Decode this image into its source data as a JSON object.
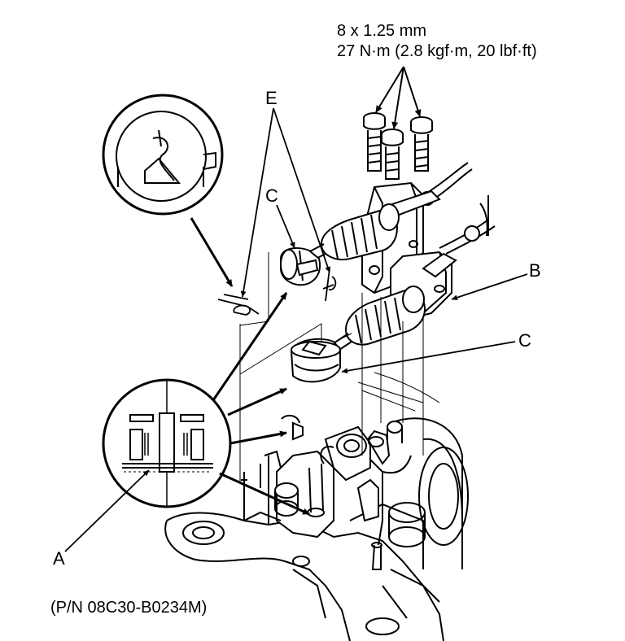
{
  "spec": {
    "bolt_size": "8 x 1.25 mm",
    "torque": "27 N·m (2.8 kgf·m, 20 lbf·ft)"
  },
  "callouts": {
    "a": "A",
    "b": "B",
    "c_upper": "C",
    "c_lower": "C",
    "e": "E"
  },
  "part_number": "(P/N 08C30-B0234M)",
  "colors": {
    "ink": "#000000",
    "paper": "#ffffff"
  }
}
